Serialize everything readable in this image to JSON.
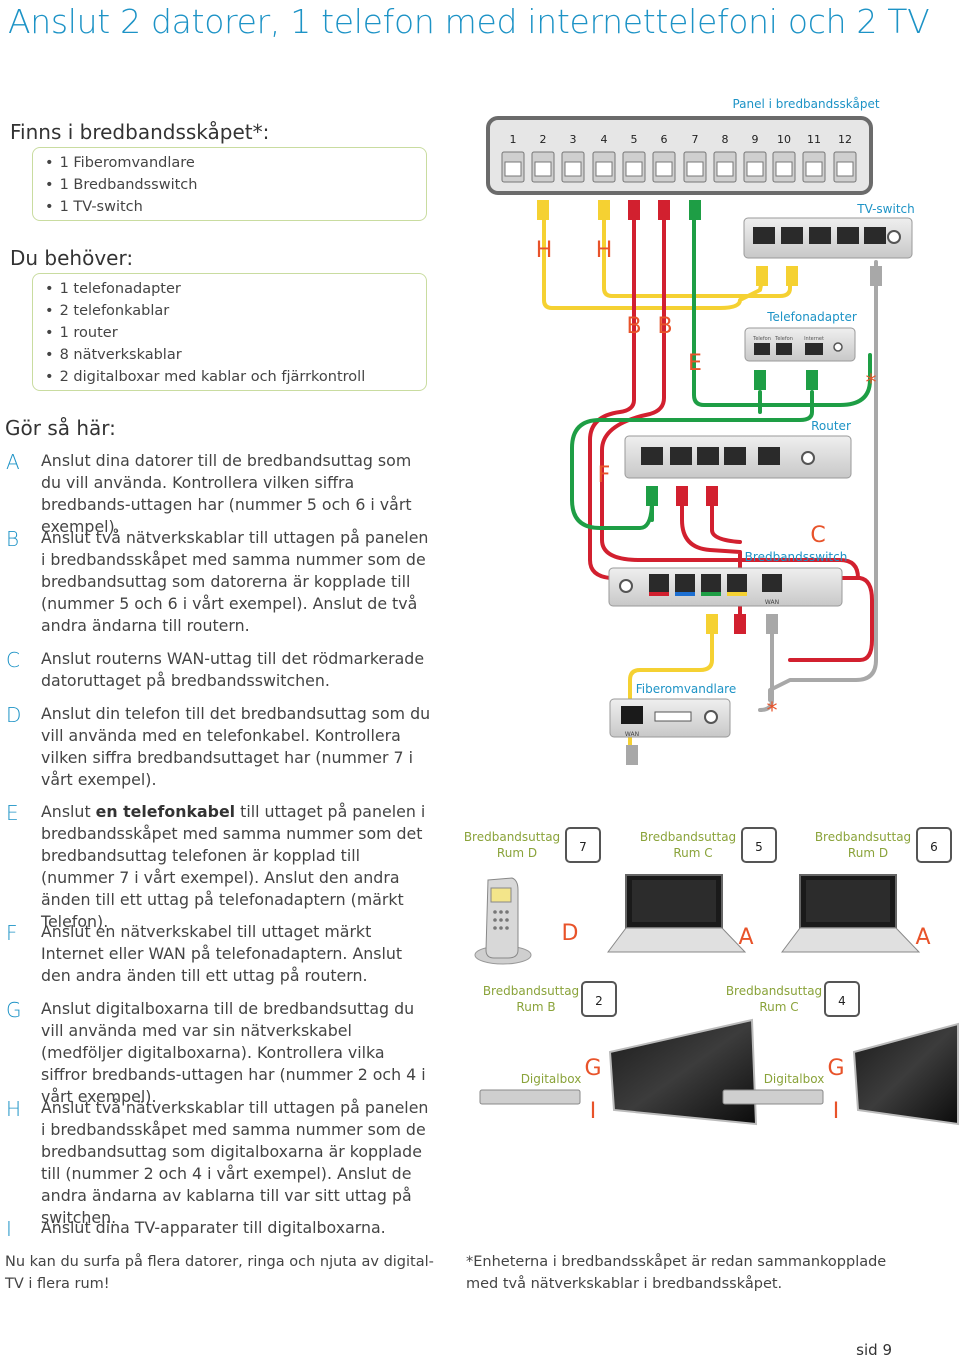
{
  "title": "Anslut 2 datorer, 1 telefon med internettelefoni och 2 TV",
  "included": {
    "heading": "Finns i bredbandsskåpet*:",
    "items": [
      "1 Fiberomvandlare",
      "1 Bredbandsswitch",
      "1 TV-switch"
    ]
  },
  "needed": {
    "heading": "Du behöver:",
    "items": [
      "1 telefonadapter",
      "2 telefonkablar",
      "1 router",
      "8 nätverkskablar",
      "2 digitalboxar med kablar och fjärrkontroll"
    ]
  },
  "steps_heading": "Gör så här:",
  "steps": [
    {
      "letter": "A",
      "text": "Anslut dina datorer till de bredbandsuttag som du vill använda. Kontrollera vilken siffra bredbands-uttagen har (nummer 5 och 6 i vårt exempel)."
    },
    {
      "letter": "B",
      "text": "Anslut två nätverkskablar till uttagen på panelen i bredbandsskåpet med samma nummer som de bredbandsuttag som datorerna är kopplade till (nummer 5 och 6 i vårt exempel). Anslut de två andra ändarna till routern."
    },
    {
      "letter": "C",
      "text": "Anslut routerns WAN-uttag till det rödmarkerade datoruttaget på bredbandsswitchen."
    },
    {
      "letter": "D",
      "text": "Anslut din telefon till det bredbandsuttag som du vill använda med en telefonkabel. Kontrollera vilken siffra bredbandsuttaget har (nummer 7 i vårt exempel)."
    },
    {
      "letter": "E",
      "text_before": "Anslut ",
      "text_bold": "en telefonkabel",
      "text_after": " till uttaget på panelen i bredbandsskåpet med samma nummer som det bredbandsuttag telefonen är kopplad till (nummer 7 i vårt exempel). Anslut den andra änden till ett uttag på telefonadaptern (märkt Telefon)."
    },
    {
      "letter": "F",
      "text": "Anslut en nätverkskabel till uttaget märkt Internet eller WAN på telefonadaptern. Anslut den andra änden till ett uttag på routern."
    },
    {
      "letter": "G",
      "text": "Anslut digitalboxarna till de bredbandsuttag du vill använda med var sin nätverkskabel (medföljer digitalboxarna). Kontrollera vilka siffror bredbands-uttagen har (nummer 2 och 4 i vårt exempel)."
    },
    {
      "letter": "H",
      "text": "Anslut två nätverkskablar till uttagen på panelen i bredbandsskåpet med samma nummer som de bredbandsuttag som digitalboxarna är kopplade till (nummer 2 och 4 i vårt exempel). Anslut de andra ändarna av kablarna till var sitt uttag på switchen."
    },
    {
      "letter": "I",
      "text": "Anslut dina TV-apparater till digitalboxarna."
    }
  ],
  "closing": "Nu kan du surfa på flera datorer, ringa och njuta av digital-TV i flera rum!",
  "footnote": "*Enheterna i bredbandsskåpet är redan sammankopplade med två nätverkskablar i bredbandsskåpet.",
  "page_number": "sid 9",
  "diagram": {
    "panel_label": "Panel i bredbandsskåpet",
    "port_numbers": [
      "1",
      "2",
      "3",
      "4",
      "5",
      "6",
      "7",
      "8",
      "9",
      "10",
      "11",
      "12"
    ],
    "tv_switch_label": "TV-switch",
    "telefonadapter_label": "Telefonadapter",
    "adapter_port_labels": [
      "Telefon",
      "Telefon",
      "Internet"
    ],
    "router_label": "Router",
    "bredbandsswitch_label": "Bredbandsswitch",
    "wan_label": "WAN",
    "fiber_label": "Fiberomvandlare",
    "outlets": [
      {
        "label1": "Bredbandsuttag",
        "label2": "Rum D",
        "number": "7"
      },
      {
        "label1": "Bredbandsuttag",
        "label2": "Rum C",
        "number": "5"
      },
      {
        "label1": "Bredbandsuttag",
        "label2": "Rum D",
        "number": "6"
      },
      {
        "label1": "Bredbandsuttag",
        "label2": "Rum B",
        "number": "2"
      },
      {
        "label1": "Bredbandsuttag",
        "label2": "Rum C",
        "number": "4"
      }
    ],
    "digitalbox_label": "Digitalbox",
    "marker_letters": {
      "H": "H",
      "B": "B",
      "E": "E",
      "F": "F",
      "C": "C",
      "D": "D",
      "A": "A",
      "G": "G",
      "I": "I",
      "star": "*"
    },
    "colors": {
      "accent": "#1d93c6",
      "marker": "#e8532a",
      "yellow": "#f5d132",
      "red": "#d2202f",
      "green": "#1e9e45",
      "gray": "#a8a8a8",
      "device": "#d6d6d6"
    }
  }
}
